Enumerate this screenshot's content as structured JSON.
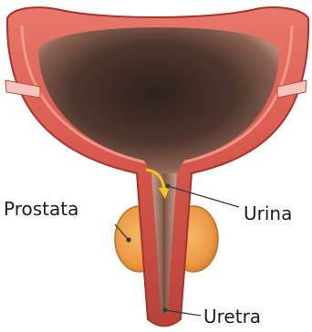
{
  "labels": {
    "prostata": "Prostata",
    "urina": "Urina",
    "uretra": "Uretra"
  },
  "colors": {
    "bladder_wall": "#d9574d",
    "wall_highlight": "#f29a8f",
    "wall_inner": "#b73c34",
    "lumen_dark": "#3a2a24",
    "lumen_mid": "#6e4a3c",
    "lumen_light": "#b9897a",
    "prostate": "#f0a04b",
    "urine_arrow": "#f5c518",
    "pointer_line": "#444444"
  }
}
